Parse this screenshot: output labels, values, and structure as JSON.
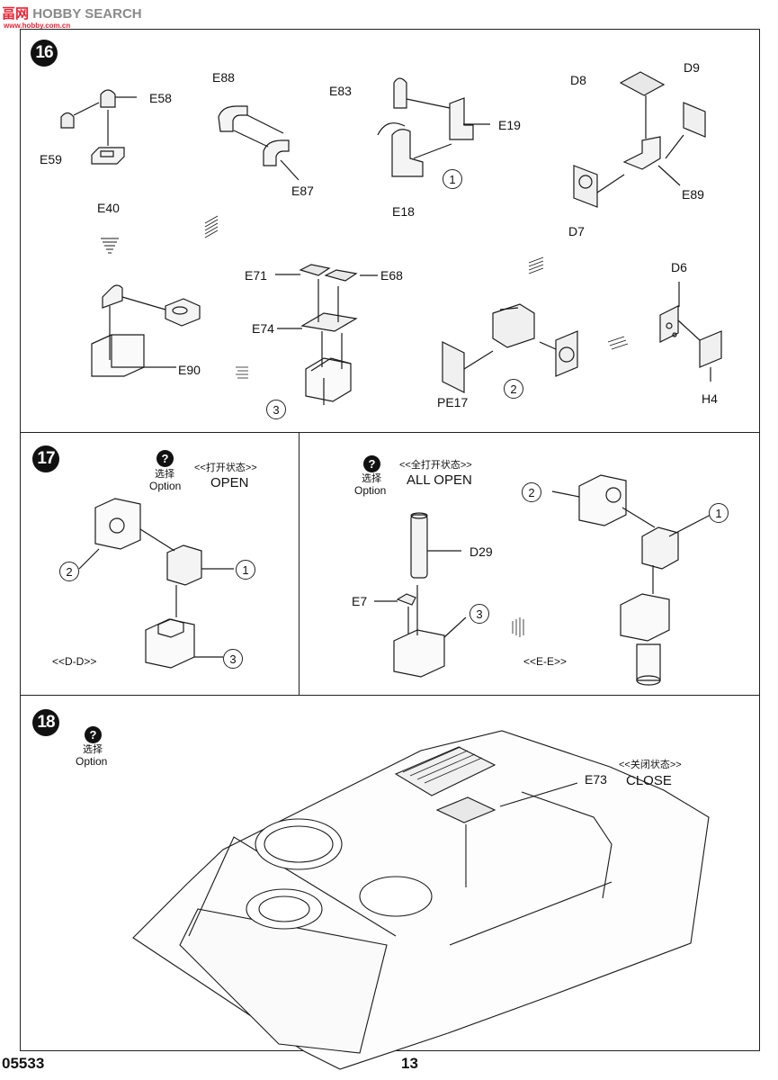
{
  "watermark": {
    "cn": "畐",
    "cn2": "网",
    "brand": "HOBBY SEARCH",
    "url": "www.hobby.com.cn"
  },
  "step16": {
    "number": "16",
    "parts": {
      "E58": "E58",
      "E59": "E59",
      "E40": "E40",
      "E88": "E88",
      "E87": "E87",
      "E83": "E83",
      "E19": "E19",
      "E18": "E18",
      "D8": "D8",
      "D9": "D9",
      "E89": "E89",
      "D7": "D7",
      "E90": "E90",
      "E71": "E71",
      "E68": "E68",
      "E74": "E74",
      "D6": "D6",
      "H4": "H4",
      "PE17": "PE17"
    },
    "subassemblies": {
      "s1": "1",
      "s2": "2",
      "s3": "3"
    }
  },
  "step17": {
    "number": "17",
    "left": {
      "option": "选择",
      "option_en": "Option",
      "state_cn": "<<打开状态>>",
      "state_en": "OPEN",
      "view": "<<D-D>>",
      "c1": "1",
      "c2": "2",
      "c3": "3"
    },
    "right": {
      "option": "选择",
      "option_en": "Option",
      "state_cn": "<<全打开状态>>",
      "state_en": "ALL OPEN",
      "view": "<<E-E>>",
      "D29": "D29",
      "E7": "E7",
      "c1": "1",
      "c2": "2",
      "c3": "3"
    }
  },
  "step18": {
    "number": "18",
    "option": "选择",
    "option_en": "Option",
    "state_cn": "<<关闭状态>>",
    "state_en": "CLOSE",
    "part": "E73"
  },
  "footer": {
    "code": "05533",
    "page": "13"
  }
}
